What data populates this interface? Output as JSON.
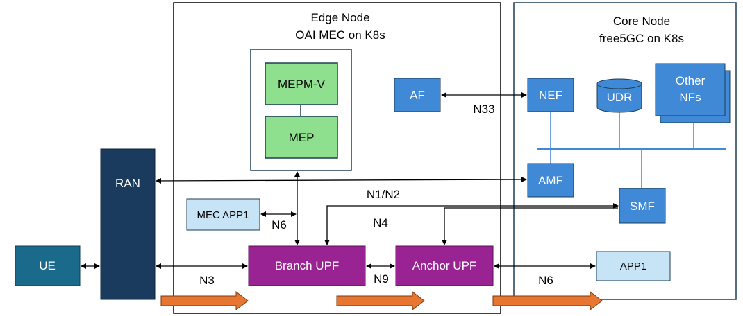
{
  "edge_node": {
    "title": "Edge Node",
    "subtitle": "OAI MEC on K8s"
  },
  "core_node": {
    "title": "Core Node",
    "subtitle": "free5GC on K8s"
  },
  "nodes": {
    "mepm_v": "MEPM-V",
    "mep": "MEP",
    "af": "AF",
    "nef": "NEF",
    "udr": "UDR",
    "other_nfs_line1": "Other",
    "other_nfs_line2": "NFs",
    "amf": "AMF",
    "smf": "SMF",
    "ran": "RAN",
    "ue": "UE",
    "mec_app1": "MEC APP1",
    "branch_upf": "Branch UPF",
    "anchor_upf": "Anchor UPF",
    "app1": "APP1"
  },
  "interfaces": {
    "n33": "N33",
    "n1n2": "N1/N2",
    "n4": "N4",
    "n6_mec": "N6",
    "n3": "N3",
    "n9": "N9",
    "n6_core": "N6"
  },
  "colors": {
    "mec_green": "#8ee08e",
    "nf_blue": "#3f89d6",
    "ran_navy": "#1a3a5e",
    "ue_teal": "#1a6a8c",
    "app_light_blue": "#c6e4f5",
    "upf_purple": "#9a2394",
    "flow_orange": "#e87530"
  }
}
